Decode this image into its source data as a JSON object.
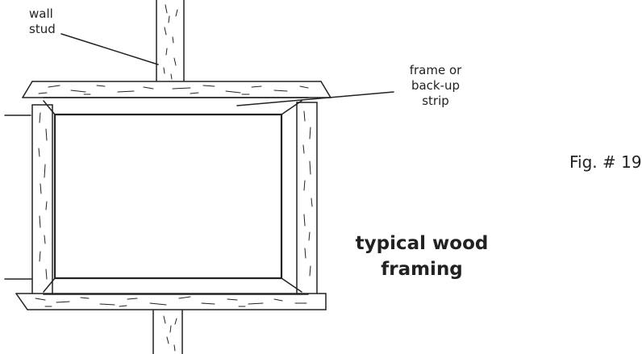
{
  "labels": {
    "wall_stud": [
      "wall",
      "stud"
    ],
    "frame_strip": [
      "frame or",
      "back-up",
      "strip"
    ],
    "figure_number": "Fig. # 19",
    "caption": [
      "typical wood",
      "framing"
    ]
  },
  "colors": {
    "ink": "#222222",
    "background": "#ffffff"
  }
}
